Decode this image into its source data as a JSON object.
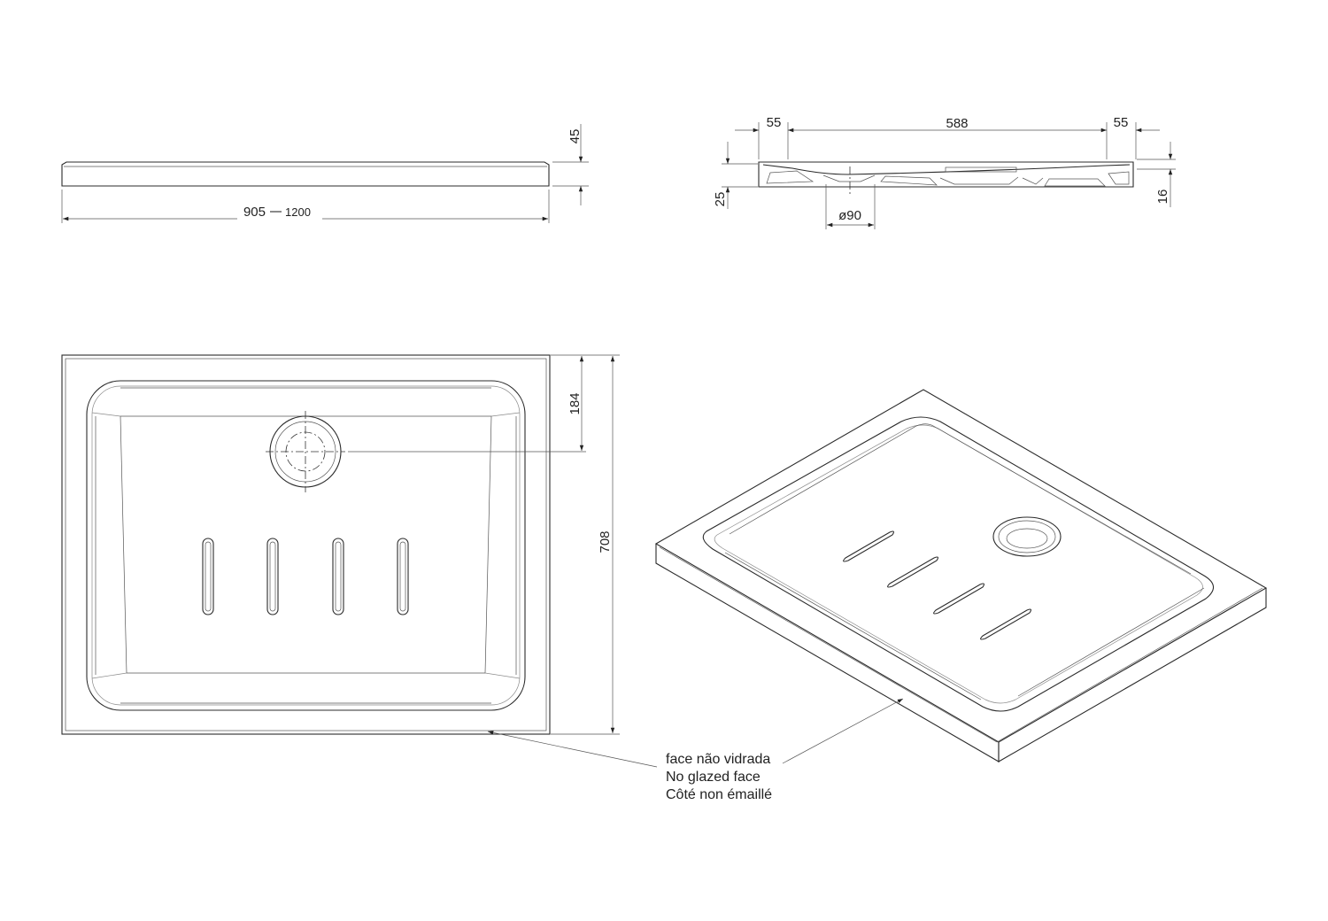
{
  "side_view": {
    "length_label": "905",
    "length_label_max": "1200",
    "height_label": "45"
  },
  "section_view": {
    "left_margin_label": "55",
    "center_span_label": "588",
    "right_margin_label": "55",
    "height_label": "25",
    "inner_depth_label": "16",
    "drain_diameter_label": "ø90"
  },
  "plan_view": {
    "drain_offset_label": "184",
    "width_label": "708"
  },
  "note": {
    "line_pt": "face não vidrada",
    "line_en": "No glazed face",
    "line_fr": "Côté non émaillé"
  },
  "colors": {
    "line": "#2b2b2b",
    "background": "#ffffff"
  }
}
